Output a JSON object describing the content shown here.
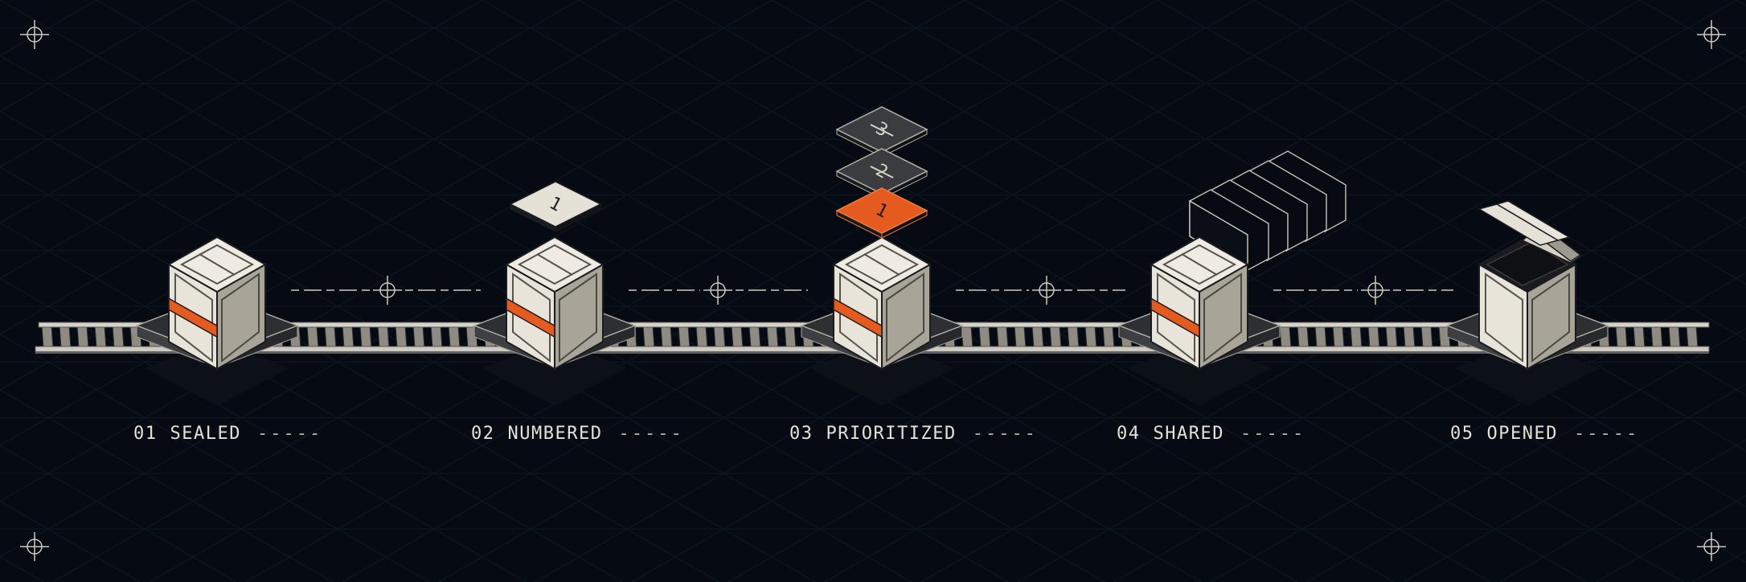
{
  "colors": {
    "background": "#060b13",
    "grid": "#0f1a26",
    "crate_light": "#e8e4da",
    "crate_mid": "#c9c4b8",
    "crate_dark": "#a9a498",
    "accent_orange": "#e55a1f",
    "platform": "#2d2f33",
    "tag_dark": "#3a3c40",
    "line": "#cfcac0"
  },
  "stages": [
    {
      "number": "01",
      "name": "SEALED",
      "dashes": "-----",
      "state": "sealed"
    },
    {
      "number": "02",
      "name": "NUMBERED",
      "dashes": "-----",
      "state": "numbered"
    },
    {
      "number": "03",
      "name": "PRIORITIZED",
      "dashes": "-----",
      "state": "prioritized"
    },
    {
      "number": "04",
      "name": "SHARED",
      "dashes": "-----",
      "state": "shared"
    },
    {
      "number": "05",
      "name": "OPENED",
      "dashes": "-----",
      "state": "opened"
    }
  ],
  "tags": {
    "numbered": "1",
    "prioritized": [
      "3",
      "2",
      "1"
    ]
  },
  "icons": [
    "crosshair-icon",
    "crate-icon",
    "rail-track-icon",
    "tag-card-icon",
    "sheet-stack-icon"
  ]
}
